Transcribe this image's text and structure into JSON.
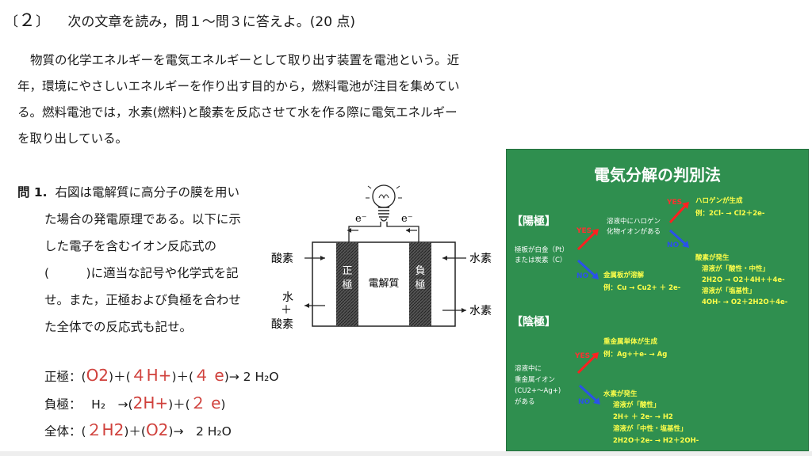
{
  "header": {
    "open_bracket": "〔",
    "number": "２",
    "close_bracket": "〕",
    "instruction": "次の文章を読み，問１～問３に答えよ。(20 点)"
  },
  "passage": {
    "lines": [
      "物質の化学エネルギーを電気エネルギーとして取り出す装置を電池という。近",
      "年，環境にやさしいエネルギーを作り出す目的から，燃料電池が注目を集めてい",
      "る。燃料電池では，水素(燃料)と酸素を反応させて水を作る際に電気エネルギー",
      "を取り出している。"
    ]
  },
  "question1": {
    "label": "問 1.",
    "lines": [
      "右図は電解質に高分子の膜を用い",
      "た場合の発電原理である。以下に示",
      "した電子を含むイオン反応式の",
      "(　　　)に適当な記号や化学式を記",
      "せ。また，正極および負極を合わせ",
      "た全体での反応式も記せ。"
    ]
  },
  "answers": {
    "positive": {
      "label": "正極：(",
      "a1": "O2",
      "s1": ")＋(",
      "a2": "４H+",
      "s2": ")＋(",
      "a3": "４ e",
      "s3": ")→ 2 H₂O"
    },
    "negative": {
      "label": "負極：　 H₂　→(",
      "a1": "2H+",
      "s1": ")＋(",
      "a2": "２ e",
      "s2": ")"
    },
    "total": {
      "label": "全体：(",
      "a1": "２H2",
      "s1": ")＋(",
      "a2": "O2",
      "s2": ")→　2 H₂O"
    }
  },
  "diagram": {
    "electron_left": "e⁻",
    "electron_right": "e⁻",
    "oxygen": "酸素",
    "water_plus_1": "水",
    "water_plus_2": "＋",
    "water_plus_3": "酸素",
    "hydrogen_top": "水素",
    "hydrogen_bottom": "水素",
    "positive_electrode": "正極",
    "negative_electrode": "負極",
    "electrolyte": "電解質"
  },
  "board": {
    "title": "電気分解の判別法",
    "anode": {
      "heading": "【陽極】",
      "electrode": [
        "極板が白金（Pt）",
        "または炭素（C）"
      ],
      "halogen_q": [
        "溶液中にハロゲン",
        "化物イオンがある"
      ],
      "yes1": "YES",
      "yes2": "YES",
      "no1": "NO",
      "no2": "NO",
      "halogen_gen": [
        "ハロゲンが生成",
        "例：2Cl- → Cl2＋2e-"
      ],
      "metal_dissolve": [
        "金属板が溶解",
        "例：Cu → Cu2+ ＋ 2e-"
      ],
      "oxygen_gen": [
        "酸素が発生",
        "溶液が「酸性・中性」",
        "2H2O → O2＋4H+＋4e-",
        "溶液が「塩基性」",
        "4OH- → O2＋2H2O＋4e-"
      ]
    },
    "cathode": {
      "heading": "【陰極】",
      "heavy_q": [
        "溶液中に",
        "重金属イオン",
        "(CU2+〜Ag+)",
        "がある"
      ],
      "yes": "YES",
      "no": "NO",
      "metal_gen": [
        "重金属単体が生成",
        "例：Ag+＋e- → Ag"
      ],
      "hydrogen_gen": [
        "水素が発生",
        "溶液が「酸性」",
        "2H+ ＋ 2e- → H2",
        "溶液が「中性・塩基性」",
        "2H2O＋2e- → H2＋2OH-"
      ]
    }
  },
  "colors": {
    "answer_red": "#d0413c",
    "board_green": "#2f8f4f",
    "board_yellow": "#ffff4a",
    "yes_red": "#ff3030",
    "no_blue": "#2a52e8"
  }
}
